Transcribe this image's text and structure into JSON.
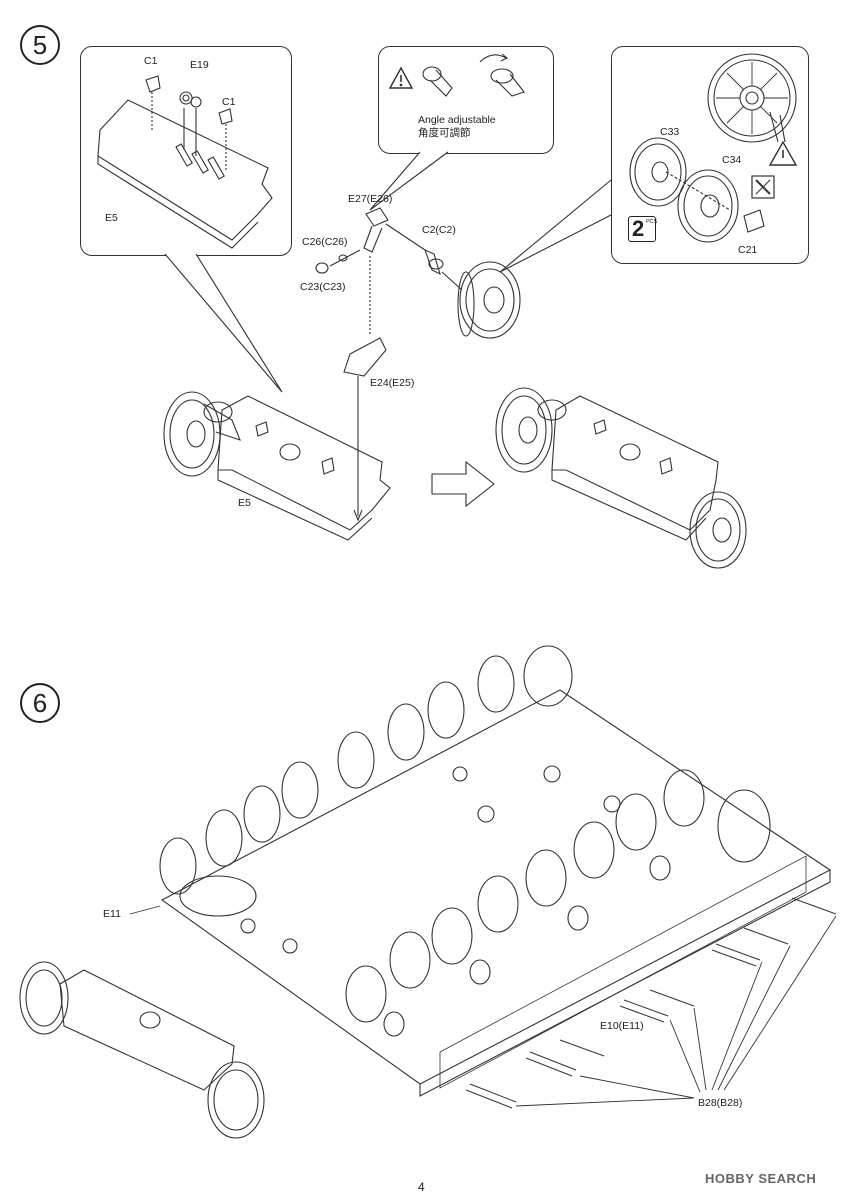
{
  "page": {
    "number": "4",
    "watermark": "HOBBY SEARCH"
  },
  "step5": {
    "number": "5",
    "inset_left": {
      "labels": {
        "c1_a": "C1",
        "e19": "E19",
        "c1_b": "C1",
        "e5": "E5"
      }
    },
    "inset_mid": {
      "title_en": "Angle adjustable",
      "title_jp": "角度可調節"
    },
    "inset_right": {
      "labels": {
        "c33": "C33",
        "c34": "C34",
        "c21": "C21"
      },
      "pcs_count": "2",
      "pcs_unit": "PCS"
    },
    "parts": {
      "e27": "E27(E26)",
      "c2": "C2(C2)",
      "c26": "C26(C26)",
      "c23": "C23(C23)",
      "e24": "E24(E25)",
      "e5": "E5"
    }
  },
  "step6": {
    "number": "6",
    "parts": {
      "e11": "E11",
      "e10": "E10(E11)",
      "b28": "B28(B28)"
    }
  }
}
